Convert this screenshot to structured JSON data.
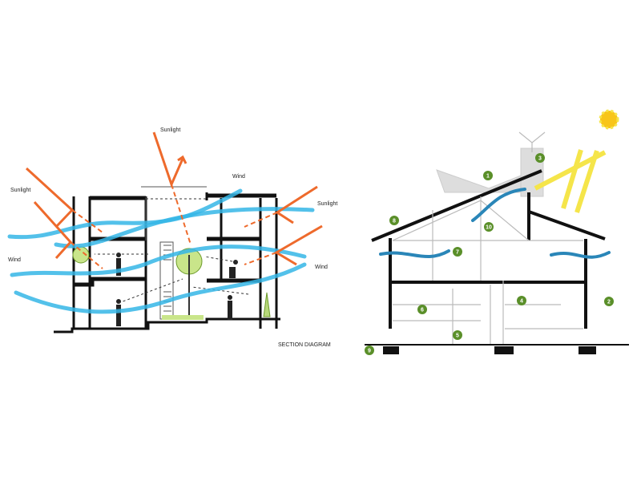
{
  "section_diagram": {
    "title": "SECTION DIAGRAM",
    "labels": {
      "sunlight_top": "Sunlight",
      "sunlight_left": "Sunlight",
      "sunlight_right": "Sunlight",
      "wind_top": "Wind",
      "wind_left": "Wind",
      "wind_right": "Wind"
    }
  },
  "house_section": {
    "markers": [
      "1",
      "2",
      "3",
      "4",
      "5",
      "6",
      "7",
      "8",
      "9",
      "10"
    ],
    "marker_color": "#5a8f29"
  },
  "colors": {
    "sunlight": "#ee6a2c",
    "wind": "#35b6e6",
    "sun": "#f8c51a"
  }
}
